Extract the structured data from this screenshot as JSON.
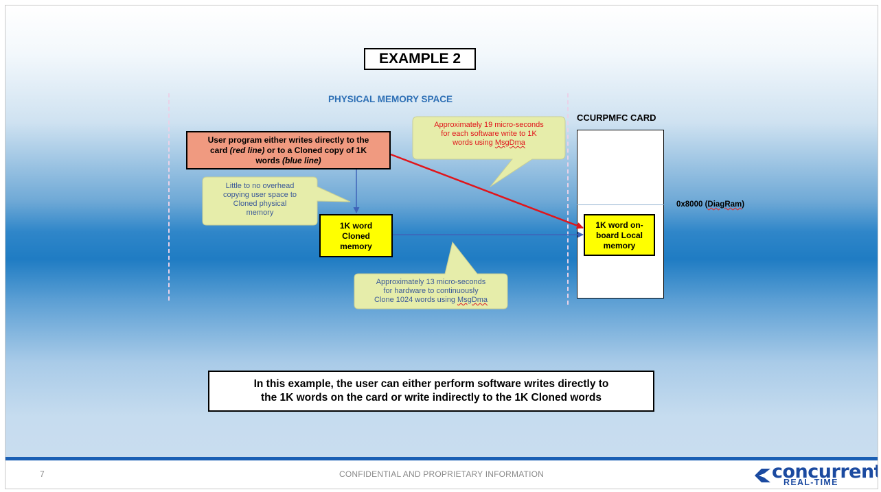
{
  "slide": {
    "title": "EXAMPLE 2",
    "physical_label": "PHYSICAL MEMORY SPACE",
    "card_label": "CCURPMFC CARD",
    "address_prefix": "0x8000 (",
    "address_name": "DiagRam",
    "address_suffix": ")"
  },
  "user_box": {
    "line1": "User program either writes directly to the",
    "line2_pre": "card ",
    "line2_em": "(red line)",
    "line2_post": " or to a Cloned copy of 1K",
    "line3_pre": "words ",
    "line3_em": "(blue line)"
  },
  "cloned_box": {
    "lines": [
      "1K word",
      "Cloned",
      "memory"
    ]
  },
  "local_box": {
    "lines": [
      "1K word on-",
      "board Local",
      "memory"
    ]
  },
  "callouts": {
    "overhead": [
      "Little to no overhead",
      "copying user space to",
      "Cloned physical",
      "memory"
    ],
    "software": {
      "lines": [
        "Approximately 19 micro-seconds",
        "for each software write to 1K",
        "words using "
      ],
      "link": "MsgDma"
    },
    "hardware": {
      "lines": [
        "Approximately 13 micro-seconds",
        "for hardware to continuously",
        "Clone 1024 words using "
      ],
      "link": "MsgDma"
    }
  },
  "conclusion": {
    "line1": "In this example, the user can either perform software writes directly to",
    "line2": "the 1K words on the card or write indirectly to the 1K Cloned words"
  },
  "footer": {
    "page_number": "7",
    "confidential": "CONFIDENTIAL AND PROPRIETARY INFORMATION",
    "logo_word": "concurrent",
    "logo_sub": "REAL-TIME"
  },
  "colors": {
    "red_arrow": "#e0151b",
    "blue_arrow": "#3e63b8",
    "callout_fill": "#e6edaa",
    "user_box_fill": "#f09a80",
    "memory_box_fill": "#ffff00"
  }
}
